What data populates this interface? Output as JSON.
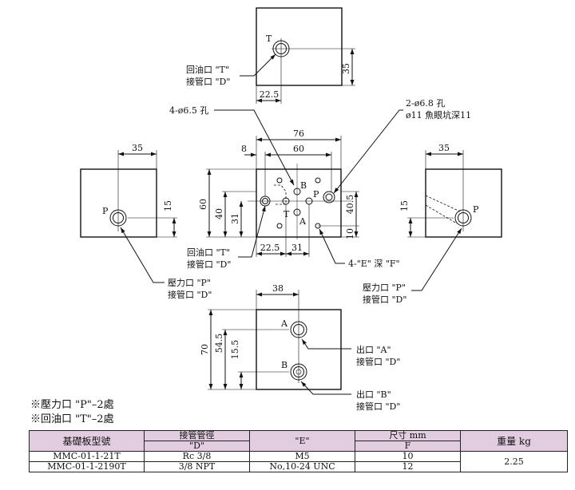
{
  "top_view": {
    "port_label": "T",
    "dim_width": "22.5",
    "dim_height": "35",
    "callout_line1": "回油口 \"T\"",
    "callout_line2": "接管口 \"D\""
  },
  "center_view": {
    "hole_note": "4-ø6.5 孔",
    "counterbore_line1": "2-ø6.8 孔",
    "counterbore_line2": "ø11 魚眼坑深11",
    "dim_overall_width": "76",
    "dim_inner_width": "60",
    "dim_left_offset": "8",
    "dim_height": "60",
    "dim_40": "40",
    "dim_31_v": "31",
    "dim_40_5": "40.5",
    "dim_10": "10",
    "dim_22_5": "22.5",
    "dim_31_h": "31",
    "port_B": "B",
    "port_P": "P",
    "port_T": "T",
    "port_A": "A",
    "tapped_note": "4-\"E\" 深 \"F\"",
    "callout_line1": "回油口 \"T\"",
    "callout_line2": "接管口 \"D\""
  },
  "left_view": {
    "dim_width": "35",
    "dim_height": "15",
    "port_label": "P",
    "callout_line1": "壓力口 \"P\"",
    "callout_line2": "接管口 \"D\""
  },
  "right_view": {
    "dim_width": "35",
    "dim_height": "15",
    "port_label": "P",
    "callout_line1": "壓力口 \"P\"",
    "callout_line2": "接管口 \"D\""
  },
  "bottom_view": {
    "dim_width": "38",
    "dim_70": "70",
    "dim_54_5": "54.5",
    "dim_15_5": "15.5",
    "port_A": "A",
    "port_B": "B",
    "callout_A_line1": "出口 \"A\"",
    "callout_A_line2": "接管口 \"D\"",
    "callout_B_line1": "出口 \"B\"",
    "callout_B_line2": "接管口 \"D\""
  },
  "notes": [
    "※壓力口 \"P\"–2處",
    "※回油口 \"T\"–2處"
  ],
  "table": {
    "headers": {
      "model": "基礎板型號",
      "pipe_port": "接管管徑",
      "pipe_port_sub": "\"D\"",
      "e": "\"E\"",
      "size": "尺寸 mm",
      "size_sub": "F",
      "weight": "重量 kg"
    },
    "rows": [
      {
        "model": "MMC-01-1-21T",
        "pipe": "Rc 3/8",
        "e": "M5",
        "f": "10"
      },
      {
        "model": "MMC-01-1-2190T",
        "pipe": "3/8 NPT",
        "e": "No,10-24 UNC",
        "f": "12"
      }
    ],
    "weight": "2.25"
  }
}
